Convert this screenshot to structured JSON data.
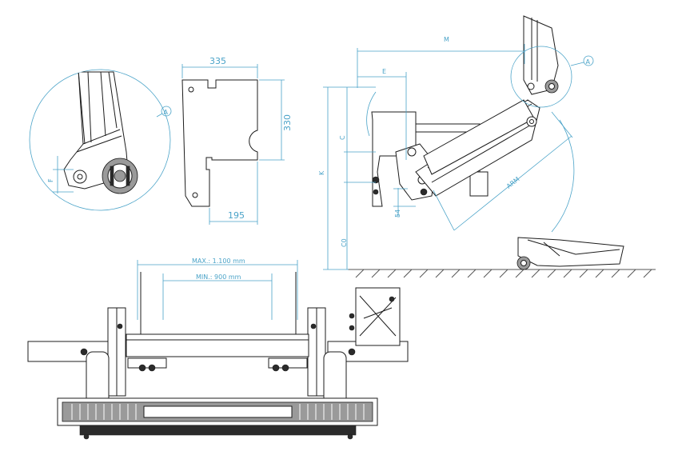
{
  "labels": {
    "dim_335": "335",
    "dim_330": "330",
    "dim_195": "195",
    "dim_M": "M",
    "dim_E": "E",
    "dim_C": "C",
    "dim_K": "K",
    "dim_C0": "C0",
    "dim_54": "54",
    "dim_ARM": "ARM",
    "dim_F": "F",
    "detail_A_left": "A",
    "detail_A_right": "A",
    "width_max": "MAX.: 1.100 mm",
    "width_min": "MIN.: 900 mm"
  },
  "colors": {
    "dimension": "#4aa3c8",
    "ink": "#1c1c1c"
  }
}
